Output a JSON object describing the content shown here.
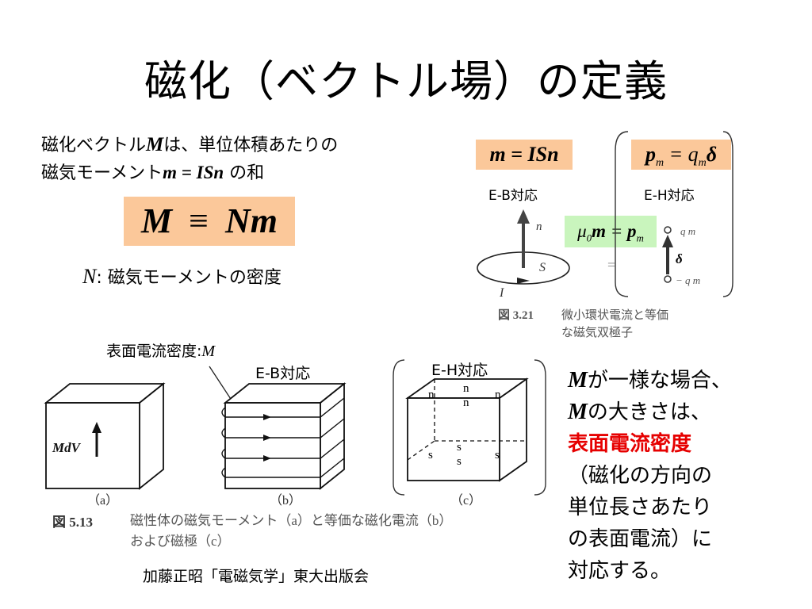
{
  "title": "磁化（ベクトル場）の定義",
  "intro": {
    "line1_pre": "磁化ベクトル",
    "line1_sym": "M",
    "line1_post": "は、単位体積あたりの",
    "line2_pre": "磁気モーメント",
    "line2_formula": "m = ISn",
    "line2_post": " の和"
  },
  "main_formula": {
    "lhs": "M",
    "op": "≡",
    "rhs": "Nm"
  },
  "n_definition": {
    "sym": "N",
    "text": ": 磁気モーメントの密度"
  },
  "top_right": {
    "eb_formula": "m = ISn",
    "eh_formula": "p_m = q_m δ",
    "eb_label": "E-B対応",
    "eh_label": "E-H対応",
    "relation": "μ0m = pm",
    "fig_labels": {
      "n": "n",
      "S": "S",
      "I": "I",
      "qm_plus": "q m",
      "qm_minus": "− q m",
      "delta": "δ",
      "equal": "="
    },
    "caption_num": "図 3.21",
    "caption_line1": "微小環状電流と等価",
    "caption_line2": "な磁気双極子"
  },
  "bottom": {
    "surface_label": "表面電流密度:",
    "surface_sym": "M",
    "eb_label": "E-B対応",
    "eh_label": "E-H対応",
    "mdv": "MdV",
    "sub_a": "（a）",
    "sub_b": "（b）",
    "sub_c": "（c）",
    "pole_n": "n",
    "pole_s": "s",
    "caption_num": "図 5.13",
    "caption_line1": "磁性体の磁気モーメント（a）と等価な磁化電流（b）",
    "caption_line2": "および磁極（c）"
  },
  "note": {
    "l1_sym": "M",
    "l1_text": "が一様な場合、",
    "l2_sym": "M",
    "l2_text": "の大きさは、",
    "l3_red": "表面電流密度",
    "l4": "（磁化の方向の",
    "l5": "単位長さあたり",
    "l6": "の表面電流）に",
    "l7": "対応する。"
  },
  "credit": "加藤正昭「電磁気学」東大出版会",
  "colors": {
    "formula_bg": "#fbc89a",
    "relation_bg": "#c9f5bd",
    "highlight": "#e60000"
  }
}
